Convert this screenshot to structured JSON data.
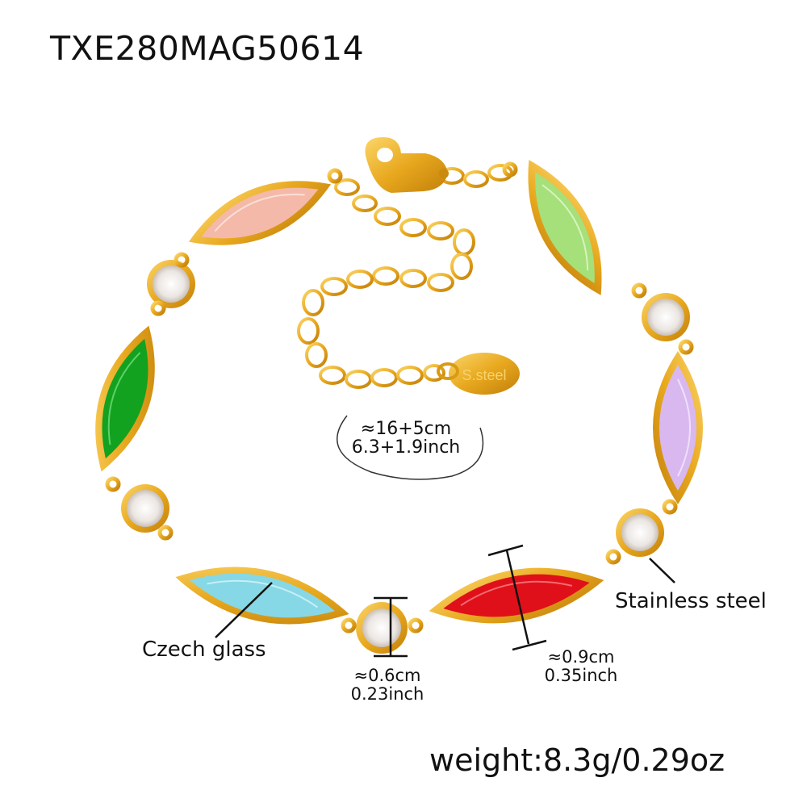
{
  "product": {
    "sku": "TXE280MAG50614",
    "tag_engraving": "S.steel",
    "weight": "weight:8.3g/0.29oz"
  },
  "annotations": {
    "length": {
      "cm": "≈16+5cm",
      "inch": "6.3+1.9inch"
    },
    "small_stone": {
      "cm": "≈0.6cm",
      "inch": "0.23inch"
    },
    "marquise_stone": {
      "cm": "≈0.9cm",
      "inch": "0.35inch"
    },
    "material_glass": "Czech glass",
    "material_metal": "Stainless steel"
  },
  "stones": [
    {
      "position": "top-left",
      "color": "#f4b9a8"
    },
    {
      "position": "top-right",
      "color": "#a6e07a"
    },
    {
      "position": "left",
      "color": "#12a21f"
    },
    {
      "position": "right",
      "color": "#d9b8f0"
    },
    {
      "position": "bottom-left",
      "color": "#86d8e6"
    },
    {
      "position": "bottom-right",
      "color": "#e0101a"
    }
  ],
  "colors": {
    "gold": "#e8a81e",
    "gold_dark": "#c98a0e",
    "gold_light": "#f7cf5a"
  }
}
